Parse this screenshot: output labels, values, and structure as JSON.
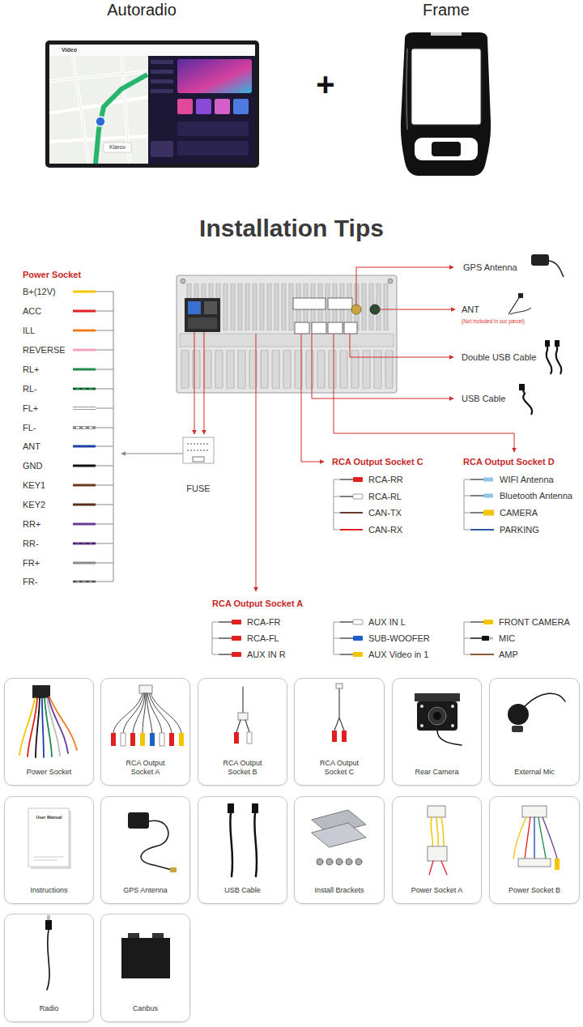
{
  "diagram": {
    "title": "Installation Tips",
    "nodes": [
      {
        "text": [
          "Power Socket"
        ]
      },
      {
        "text": [
          "RCA Output Socket A"
        ]
      },
      {
        "text": [
          "RCA Output Socket B"
        ]
      },
      {
        "text": [
          "RCA Output Socket C"
        ]
      },
      {
        "text": [
          "Rear Camera"
        ]
      },
      {
        "text": [
          "External Mic"
        ]
      },
      {
        "text": [
          "User Manual",
          "Instructions"
        ]
      },
      {
        "text": [
          "GPS Antenna"
        ]
      },
      {
        "text": [
          "USB Cable"
        ]
      },
      {
        "text": [
          "Install Brackets"
        ]
      },
      {
        "text": [
          "Power Socket A"
        ]
      },
      {
        "text": [
          "Power Socket B"
        ]
      },
      {
        "text": [
          "Radio"
        ]
      },
      {
        "text": [
          "Canbus"
        ]
      }
    ],
    "labels": [
      "Autoradio",
      "Frame",
      "+",
      "Video",
      "Klarov",
      "Power Socket",
      "B+(12V)",
      "ACC",
      "ILL",
      "REVERSE",
      "RL+",
      "RL-",
      "FL+",
      "FL-",
      "ANT",
      "GND",
      "KEY1",
      "KEY2",
      "RR+",
      "RR-",
      "FR+",
      "FR-",
      "GPS Antenna",
      "ANT",
      "(Not included in our parcel)",
      "Double USB Cable",
      "USB Cable",
      "FUSE",
      "RCA Output Socket C",
      "RCA-RR",
      "RCA-RL",
      "CAN-TX",
      "CAN-RX",
      "RCA Output Socket D",
      "WIFI Antenna",
      "Bluetooth Antenna",
      "CAMERA",
      "PARKING",
      "RCA Output Socket A",
      "RCA-FR",
      "RCA-FL",
      "AUX IN R",
      "AUX IN L",
      "SUB-WOOFER",
      "AUX Video in 1",
      "FRONT CAMERA",
      "MIC",
      "AMP"
    ]
  }
}
